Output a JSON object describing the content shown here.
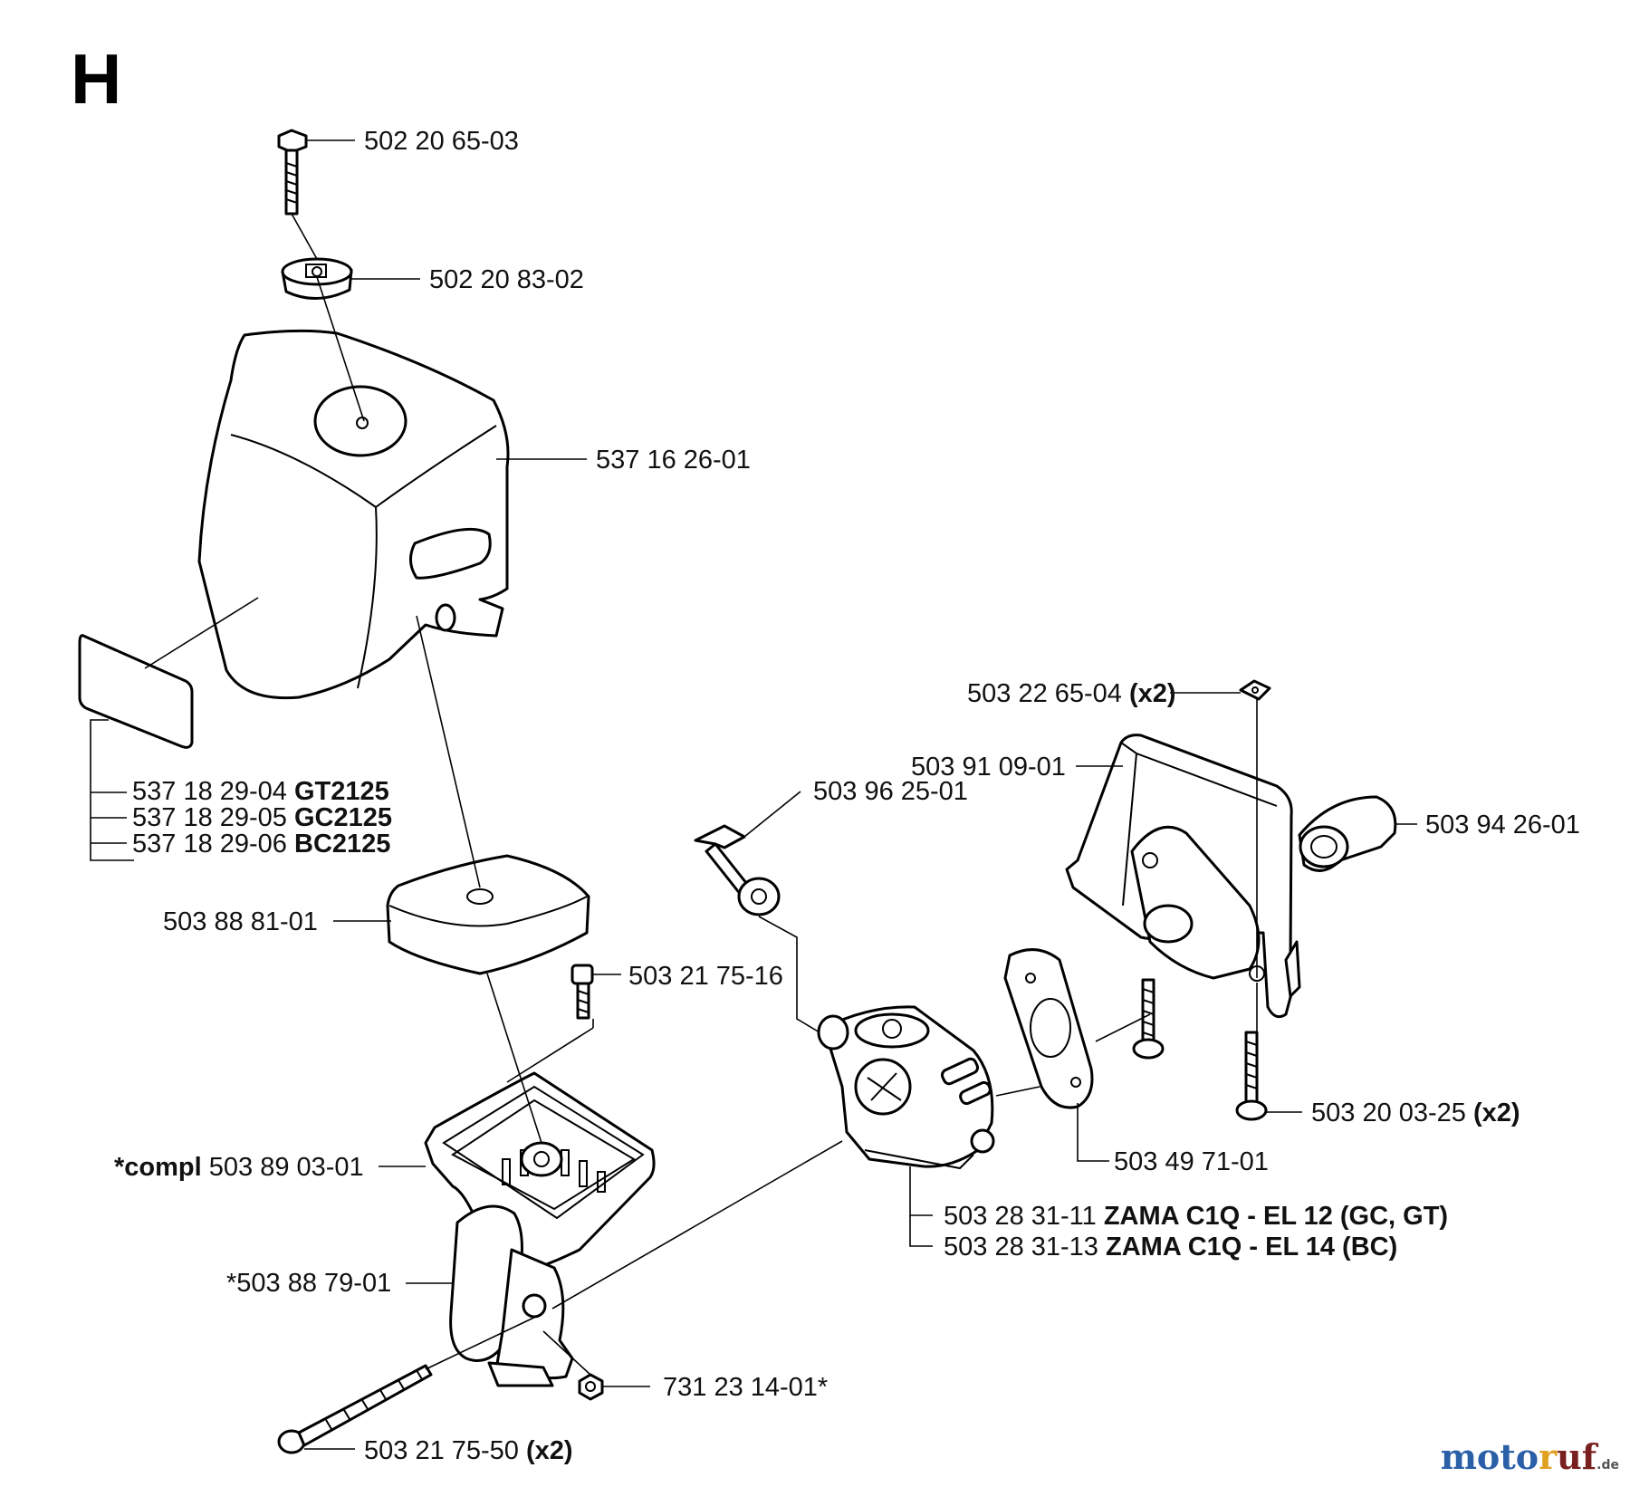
{
  "section_letter": "H",
  "watermark": "motoruf",
  "watermark_suffix": ".de",
  "parts": [
    {
      "id": "p1",
      "number": "502 20 65-03",
      "note": ""
    },
    {
      "id": "p2",
      "number": "502 20 83-02",
      "note": ""
    },
    {
      "id": "p3",
      "number": "537 16 26-01",
      "note": ""
    },
    {
      "id": "p4a",
      "number": "537 18 29-04",
      "note": "GT2125"
    },
    {
      "id": "p4b",
      "number": "537 18 29-05",
      "note": "GC2125"
    },
    {
      "id": "p4c",
      "number": "537 18 29-06",
      "note": "BC2125"
    },
    {
      "id": "p5",
      "number": "503 88 81-01",
      "note": ""
    },
    {
      "id": "p6",
      "number": "503 21 75-16",
      "note": ""
    },
    {
      "id": "p7",
      "prefix": "*compl",
      "number": "503 89 03-01",
      "note": ""
    },
    {
      "id": "p8",
      "number": "*503 88 79-01",
      "note": ""
    },
    {
      "id": "p9",
      "number": "731 23 14-01*",
      "note": ""
    },
    {
      "id": "p10",
      "number": "503 21 75-50",
      "note": "(x2)"
    },
    {
      "id": "p11",
      "number": "503 96 25-01",
      "note": ""
    },
    {
      "id": "p12",
      "number": "503 22 65-04",
      "note": "(x2)"
    },
    {
      "id": "p13",
      "number": "503 91 09-01",
      "note": ""
    },
    {
      "id": "p14",
      "number": "503 94 26-01",
      "note": ""
    },
    {
      "id": "p15",
      "number": "503 20 03-25",
      "note": "(x2)"
    },
    {
      "id": "p16",
      "number": "503 49 71-01",
      "note": ""
    },
    {
      "id": "p17a",
      "number": "503 28 31-11",
      "note": "ZAMA C1Q - EL 12 (GC, GT)"
    },
    {
      "id": "p17b",
      "number": "503 28 31-13",
      "note": "ZAMA C1Q - EL 14 (BC)"
    }
  ]
}
